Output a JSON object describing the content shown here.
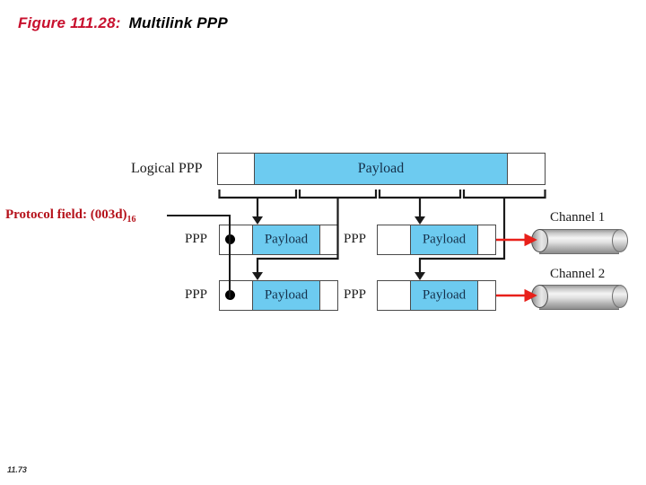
{
  "title": {
    "figure_number": "Figure 111.28:",
    "caption": "Multilink PPP",
    "figure_color": "#c8102e",
    "caption_color": "#000000"
  },
  "page_number": "11.73",
  "palette": {
    "payload_blue": "#6dcbf0",
    "frame_stroke": "#4a4a4a",
    "wire_black": "#1a1a1a",
    "wire_red": "#e8201a",
    "annotation_red": "#b5121b",
    "pipe_gray": "#c9c9c9"
  },
  "annotation": {
    "protocol_field": "Protocol field: (003d)",
    "protocol_subscript": "16"
  },
  "logical": {
    "label": "Logical PPP",
    "segments": [
      {
        "name": "header",
        "text": "",
        "fill": "white"
      },
      {
        "name": "payload",
        "text": "Payload",
        "fill": "blue"
      },
      {
        "name": "trailer",
        "text": "",
        "fill": "white"
      }
    ],
    "split_count": 4
  },
  "frames": [
    {
      "id": "frame-r1c1",
      "label": "PPP",
      "has_protocol_dot": true,
      "payload_text": "Payload",
      "row": 1,
      "column": 1
    },
    {
      "id": "frame-r1c2",
      "label": "PPP",
      "has_protocol_dot": false,
      "payload_text": "Payload",
      "row": 1,
      "column": 2
    },
    {
      "id": "frame-r2c1",
      "label": "PPP",
      "has_protocol_dot": true,
      "payload_text": "Payload",
      "row": 2,
      "column": 1
    },
    {
      "id": "frame-r2c2",
      "label": "PPP",
      "has_protocol_dot": false,
      "payload_text": "Payload",
      "row": 2,
      "column": 2
    }
  ],
  "channels": [
    {
      "id": "channel-1",
      "label": "Channel 1"
    },
    {
      "id": "channel-2",
      "label": "Channel 2"
    }
  ]
}
